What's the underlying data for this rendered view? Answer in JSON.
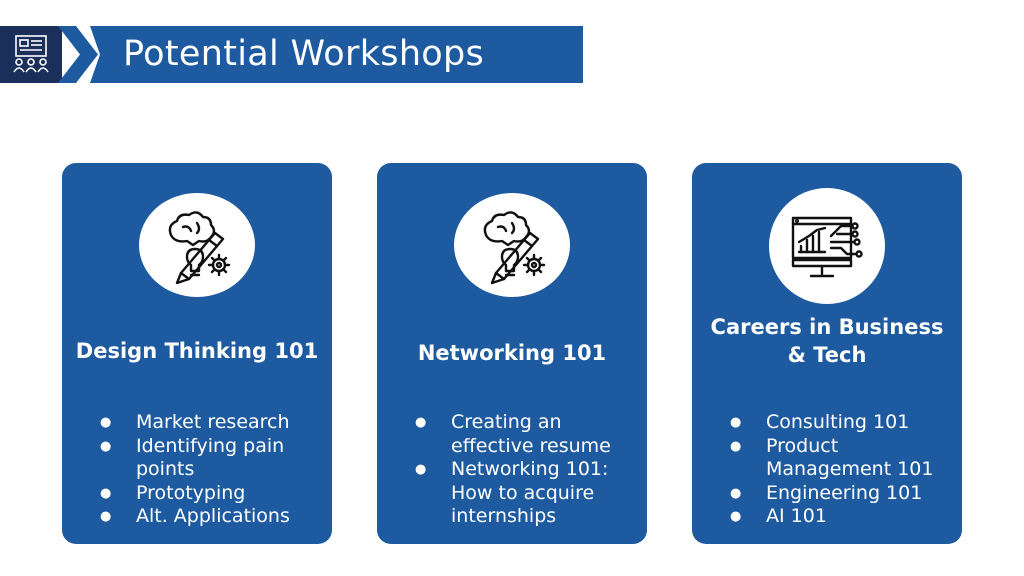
{
  "header": {
    "title": "Potential Workshops",
    "icon": "presentation-audience-icon"
  },
  "colors": {
    "header_dark": "#1a2f5a",
    "accent_blue": "#1e5aa0",
    "card_text": "#ffffff"
  },
  "cards": [
    {
      "title": "Design Thinking 101",
      "icon": "brain-pencil-gear-icon",
      "bullets": [
        "Market research",
        "Identifying pain points",
        "Prototyping",
        "Alt. Applications"
      ]
    },
    {
      "title": "Networking 101",
      "icon": "brain-pencil-gear-icon",
      "bullets": [
        "Creating an effective resume",
        "Networking 101: How to acquire internships"
      ]
    },
    {
      "title": "Careers in Business & Tech",
      "icon": "monitor-chart-circuit-icon",
      "bullets": [
        "Consulting 101",
        "Product Management 101",
        "Engineering 101",
        "AI 101"
      ]
    }
  ]
}
